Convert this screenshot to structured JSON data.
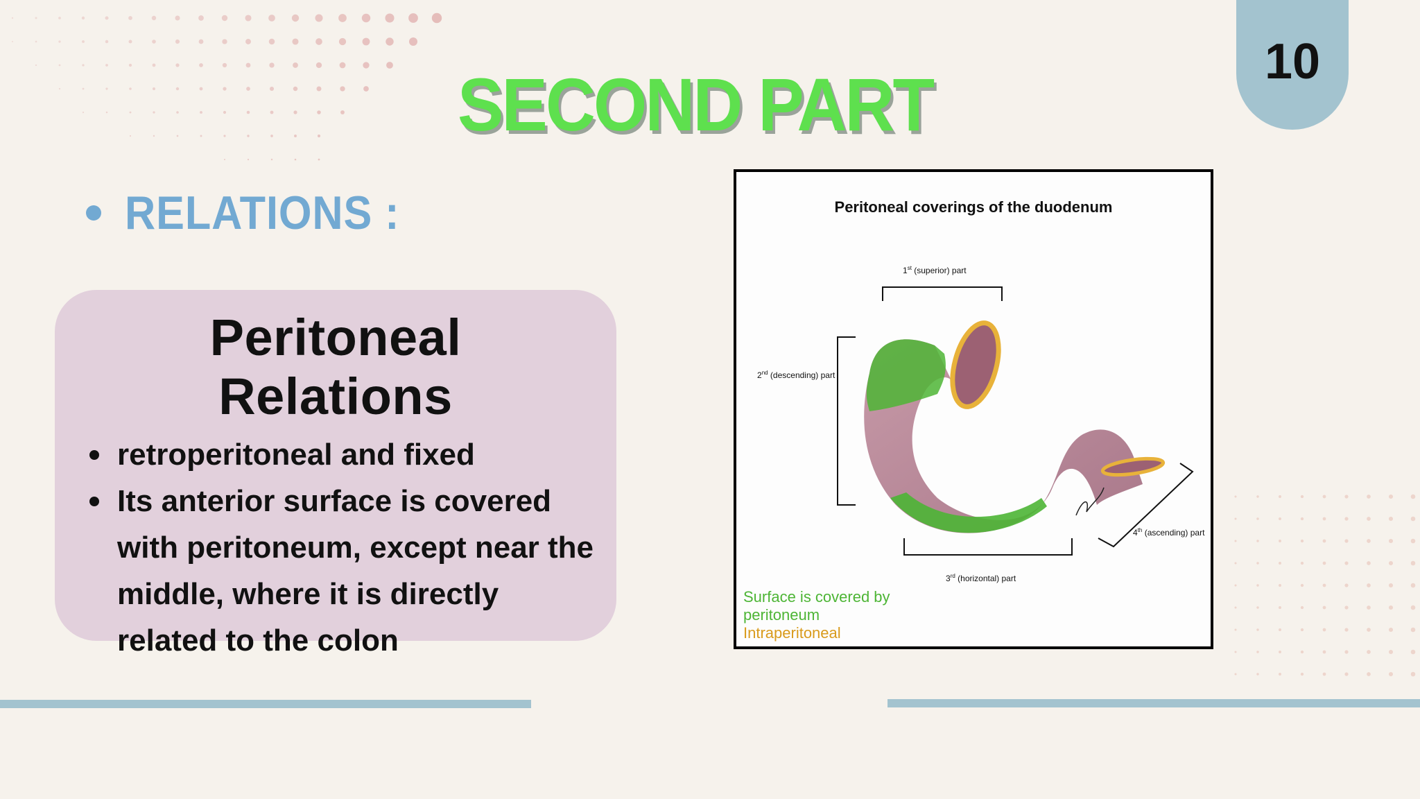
{
  "page_number": "10",
  "title": "SECOND PART",
  "relations_heading": "RELATIONS :",
  "card": {
    "heading": "Peritoneal Relations",
    "bullets": [
      "retroperitoneal and fixed",
      "Its anterior surface is covered with peritoneum, except near the middle, where it is directly related to the colon"
    ]
  },
  "figure": {
    "title": "Peritoneal coverings of the duodenum",
    "labels": {
      "first": {
        "num": "1",
        "sup": "st",
        "text": " (superior) part"
      },
      "second": {
        "num": "2",
        "sup": "nd",
        "text": " (descending)  part"
      },
      "third": {
        "num": "3",
        "sup": "rd",
        "text": " (horizontal)  part"
      },
      "fourth": {
        "num": "4",
        "sup": "th",
        "text": " (ascending) part"
      }
    },
    "legend": {
      "green_line1": "Surface is covered by",
      "green_line2": "peritoneum",
      "orange_line": "Intraperitoneal"
    },
    "colors": {
      "green": "#4db535",
      "orange": "#d99b1c",
      "duodenum": "#b98798"
    }
  },
  "colors": {
    "title": "#5ee04e",
    "accent_blue": "#72a9d2",
    "badge": "#a3c3cf",
    "card": "#e2d0dc",
    "background": "#f6f2ec"
  }
}
